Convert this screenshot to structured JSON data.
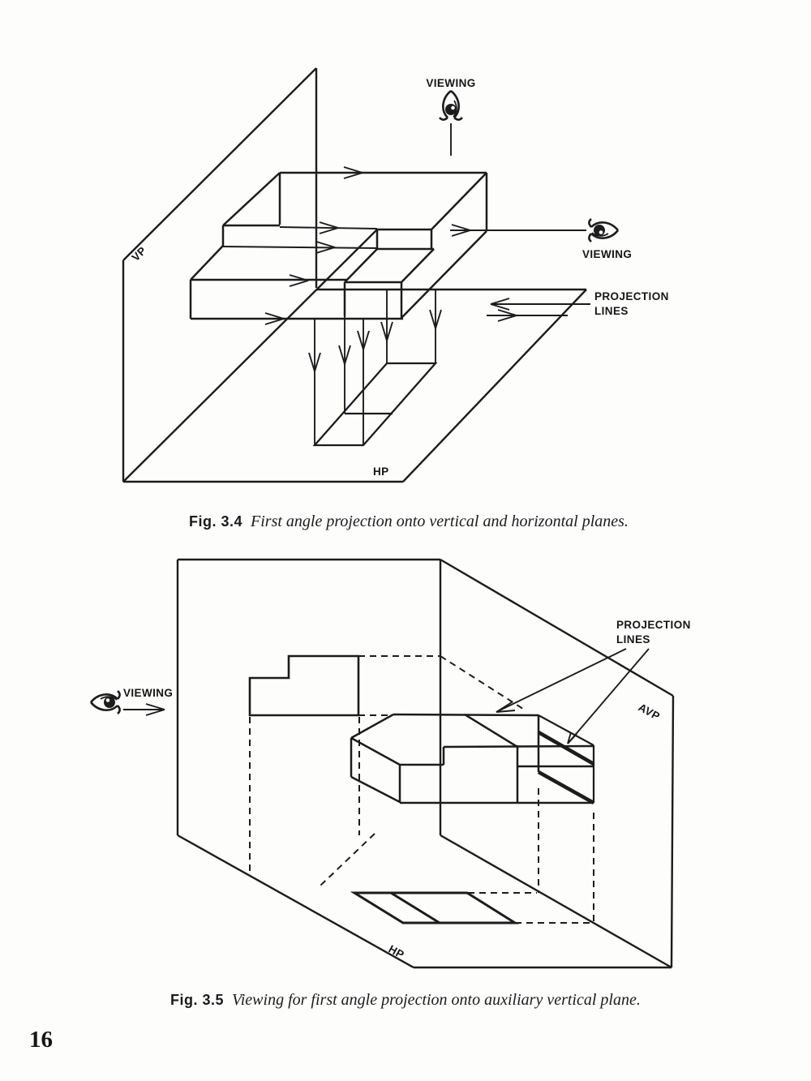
{
  "page": {
    "number": "16"
  },
  "fig34": {
    "caption_label": "Fig. 3.4",
    "caption_text": "First angle projection onto vertical and horizontal planes.",
    "labels": {
      "viewing_top": "VIEWING",
      "viewing_right": "VIEWING",
      "projection_line1": "PROJECTION",
      "projection_line2": "LINES",
      "vp": "VP",
      "hp": "HP"
    }
  },
  "fig35": {
    "caption_label": "Fig. 3.5",
    "caption_text": "Viewing for first angle projection onto auxiliary vertical plane.",
    "labels": {
      "viewing_left": "VIEWING",
      "projection_line1": "PROJECTION",
      "projection_line2": "LINES",
      "avp": "AVP",
      "hp": "HP"
    }
  },
  "colors": {
    "ink": "#1c1c1c",
    "paper": "#fdfdfc"
  }
}
